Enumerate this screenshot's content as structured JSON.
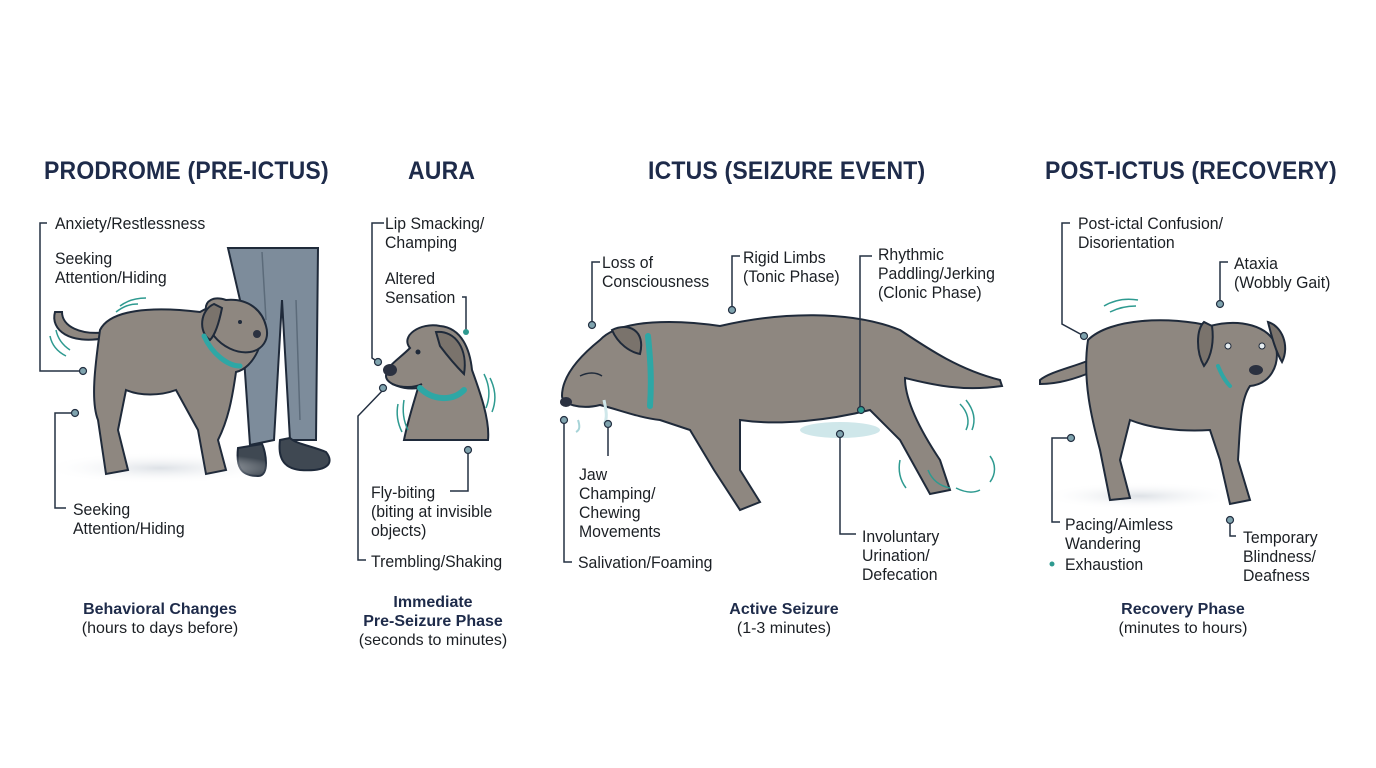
{
  "colors": {
    "title": "#1e2b4a",
    "text": "#1b1f24",
    "leader_line": "#243042",
    "dog_fill": "#8e8780",
    "dog_outline": "#1f2a3a",
    "collar": "#2ea7a5",
    "accent_teal": "#2e9a90",
    "jeans": "#7a8a99",
    "shoe": "#3f4852",
    "shadow": "#e3e6ea"
  },
  "phases": [
    {
      "id": "prodrome",
      "title": "PRODROME (PRE-ICTUS)",
      "signs": [
        "Anxiety/Restlessness",
        "Seeking\nAttention/Hiding",
        "Seeking\nAttention/Hiding"
      ],
      "caption_title": "Behavioral Changes",
      "caption_sub": "(hours to days before)"
    },
    {
      "id": "aura",
      "title": "AURA",
      "signs": [
        "Lip Smacking/\nChamping",
        "Altered\nSensation",
        "Fly-biting\n(biting at invisible\nobjects)",
        "Trembling/Shaking"
      ],
      "caption_title_lines": [
        "Immediate",
        "Pre-Seizure Phase"
      ],
      "caption_sub": "(seconds to minutes)"
    },
    {
      "id": "ictus",
      "title": "ICTUS (SEIZURE EVENT)",
      "signs": [
        "Loss of\nConsciousness",
        "Rigid Limbs\n(Tonic Phase)",
        "Rhythmic\nPaddling/Jerking\n(Clonic Phase)",
        "Jaw\nChamping/\nChewing\nMovements",
        "Salivation/Foaming",
        "Involuntary\nUrination/\nDefecation"
      ],
      "caption_title": "Active Seizure",
      "caption_sub": "(1-3 minutes)"
    },
    {
      "id": "post-ictus",
      "title": "POST-ICTUS (RECOVERY)",
      "signs": [
        "Post-ictal Confusion/\nDisorientation",
        "Ataxia\n(Wobbly Gait)",
        "Pacing/Aimless\nWandering",
        "Exhaustion",
        "Temporary\nBlindness/\nDeafness"
      ],
      "caption_title": "Recovery Phase",
      "caption_sub": "(minutes to hours)"
    }
  ]
}
